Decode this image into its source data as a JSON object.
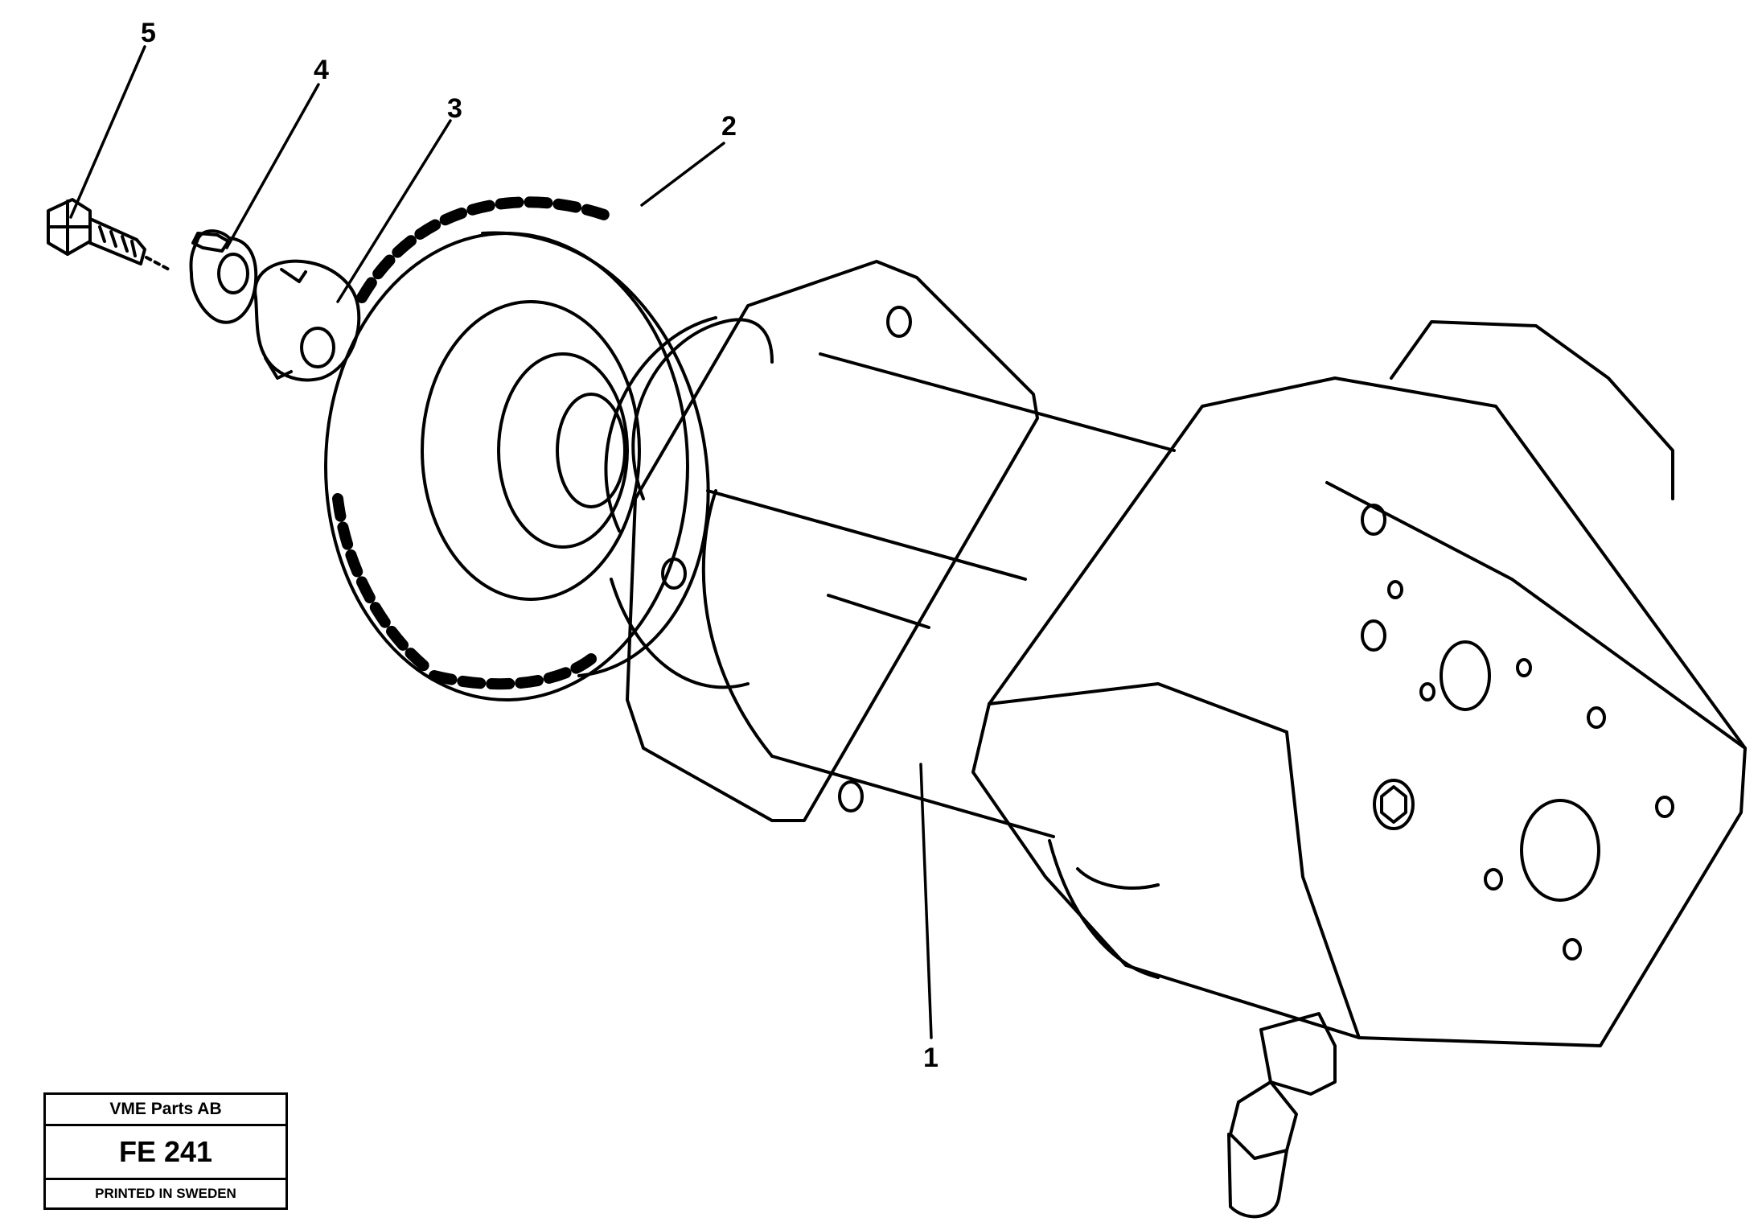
{
  "callouts": {
    "item_1": "1",
    "item_2": "2",
    "item_3": "3",
    "item_4": "4",
    "item_5": "5"
  },
  "title_block": {
    "company": "VME Parts AB",
    "drawing_code": "FE 241",
    "printed": "PRINTED IN SWEDEN"
  },
  "colors": {
    "ink": "#000000",
    "paper": "#ffffff"
  }
}
